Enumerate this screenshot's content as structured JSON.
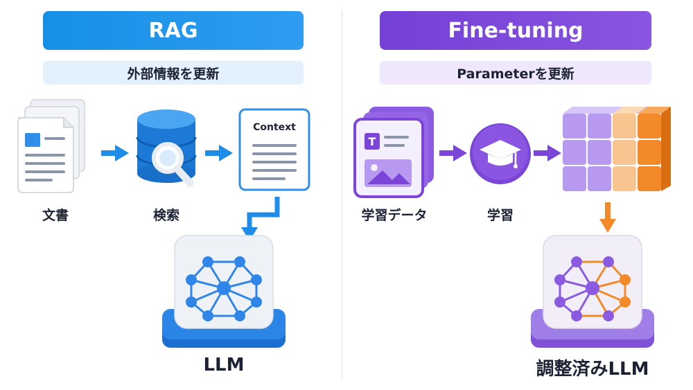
{
  "left": {
    "title": "RAG",
    "subtitle": "外部情報を更新",
    "step1": "文書",
    "step2": "検索",
    "context_label": "Context",
    "result": "LLM"
  },
  "right": {
    "title": "Fine-tuning",
    "subtitle": "Parameterを更新",
    "step1": "学習データ",
    "step2": "学習",
    "result": "調整済みLLM"
  },
  "icons": {
    "doc": "document-stack-icon",
    "search": "database-search-icon",
    "context": "context-document-icon",
    "llm": "network-cube-icon",
    "train_data": "training-data-cards-icon",
    "learn": "graduation-cap-icon",
    "params": "parameter-blocks-icon"
  },
  "colors": {
    "blue": "#1f8de8",
    "purple": "#7b45d8",
    "orange": "#f28a2a"
  }
}
